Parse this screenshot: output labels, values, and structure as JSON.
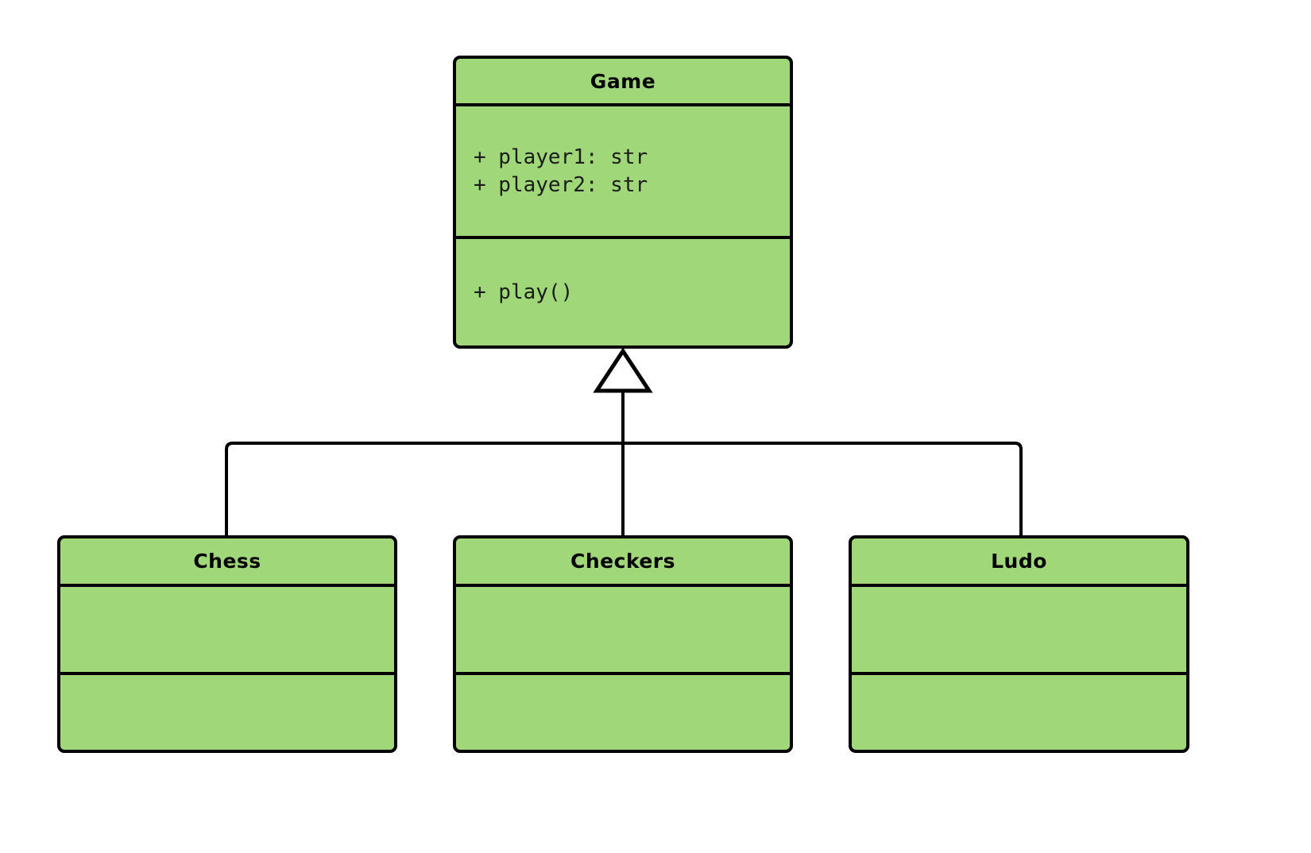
{
  "diagram": {
    "type": "uml-class-diagram",
    "background_color": "#ffffff",
    "class_fill_color": "#a0d779",
    "border_color": "#000000",
    "relationship": "generalization",
    "arrow_head": "hollow-triangle"
  },
  "classes": {
    "game": {
      "name": "Game",
      "attributes": [
        "+ player1: str",
        "+ player2: str"
      ],
      "methods": [
        "+ play()"
      ]
    },
    "chess": {
      "name": "Chess",
      "attributes": [],
      "methods": []
    },
    "checkers": {
      "name": "Checkers",
      "attributes": [],
      "methods": []
    },
    "ludo": {
      "name": "Ludo",
      "attributes": [],
      "methods": []
    }
  },
  "members": {
    "game_attr_1": "+ player1: str",
    "game_attr_2": "+ player2: str",
    "game_method_1": "+ play()"
  },
  "edges": [
    {
      "from": "chess",
      "to": "game",
      "kind": "inheritance"
    },
    {
      "from": "checkers",
      "to": "game",
      "kind": "inheritance"
    },
    {
      "from": "ludo",
      "to": "game",
      "kind": "inheritance"
    }
  ]
}
